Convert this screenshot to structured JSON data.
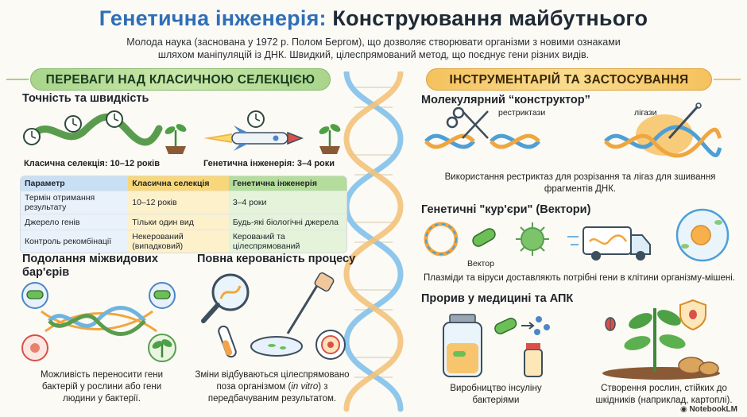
{
  "header": {
    "title_part1": "Генетична інженерія:",
    "title_part2": "Конструювання майбутнього",
    "subtitle_line1": "Молода наука (заснована у 1972 р. Полом Бергом), що дозволяє створювати організми з новими ознаками",
    "subtitle_line2": "шляхом маніпуляцій із ДНК. Швидкий, цілеспрямований метод, що поєднує гени різних видів."
  },
  "left": {
    "banner": "ПЕРЕВАГИ НАД КЛАСИЧНОЮ СЕЛЕКЦІЄЮ",
    "precision": {
      "heading": "Точність та швидкість",
      "classic_caption": "Класична селекція: 10–12 років",
      "ge_caption": "Генетична інженерія: 3–4 роки"
    },
    "table": {
      "headers": [
        "Параметр",
        "Класична селекція",
        "Генетична інженерія"
      ],
      "rows": [
        [
          "Термін отримання результату",
          "10–12 років",
          "3–4 роки"
        ],
        [
          "Джерело генів",
          "Тільки один вид",
          "Будь-які біологічні джерела"
        ],
        [
          "Контроль рекомбінації",
          "Некерований (випадковий)",
          "Керований та цілеспрямований"
        ]
      ]
    },
    "barriers": {
      "heading_line1": "Подолання міжвидових",
      "heading_line2": "бар'єрів",
      "caption_line1": "Можливість переносити гени",
      "caption_line2": "бактерій у рослини або гени",
      "caption_line3": "людини у бактерії."
    },
    "control": {
      "heading": "Повна керованість процесу",
      "caption_line1": "Зміни відбуваються цілеспрямовано",
      "caption_line2_pre": "поза організмом (",
      "caption_line2_italic": "in vitro",
      "caption_line2_post": ") з",
      "caption_line3": "передбачуваним результатом."
    }
  },
  "right": {
    "banner": "ІНСТРУМЕНТАРІЙ ТА ЗАСТОСУВАННЯ",
    "constructor": {
      "heading": "Молекулярний “конструктор”",
      "label_restrictases": "рестриктази",
      "label_ligases": "лігази",
      "caption_line1": "Використання рестриктаз для розрізання та лігаз для зшивання",
      "caption_line2": "фрагментів ДНК."
    },
    "vectors": {
      "heading": "Генетичні \"кур'єри\" (Вектори)",
      "label_vector": "Вектор",
      "caption": "Плазміди та віруси доставляють потрібні гени в клітини організму-мішені."
    },
    "medicine": {
      "heading": "Прорив у медицині та АПК",
      "insulin_line1": "Виробництво інсуліну",
      "insulin_line2": "бактеріями",
      "plants_line1": "Створення рослин, стійких до",
      "plants_line2": "шкідників (наприклад, картоплі)."
    }
  },
  "footer": {
    "brand": "NotebookLM"
  },
  "colors": {
    "title_blue": "#2f6fb8",
    "green_banner": "#b7dd98",
    "orange_banner": "#f7cf72",
    "dna_blue": "#6fb3e0",
    "dna_orange": "#f0a63f"
  }
}
